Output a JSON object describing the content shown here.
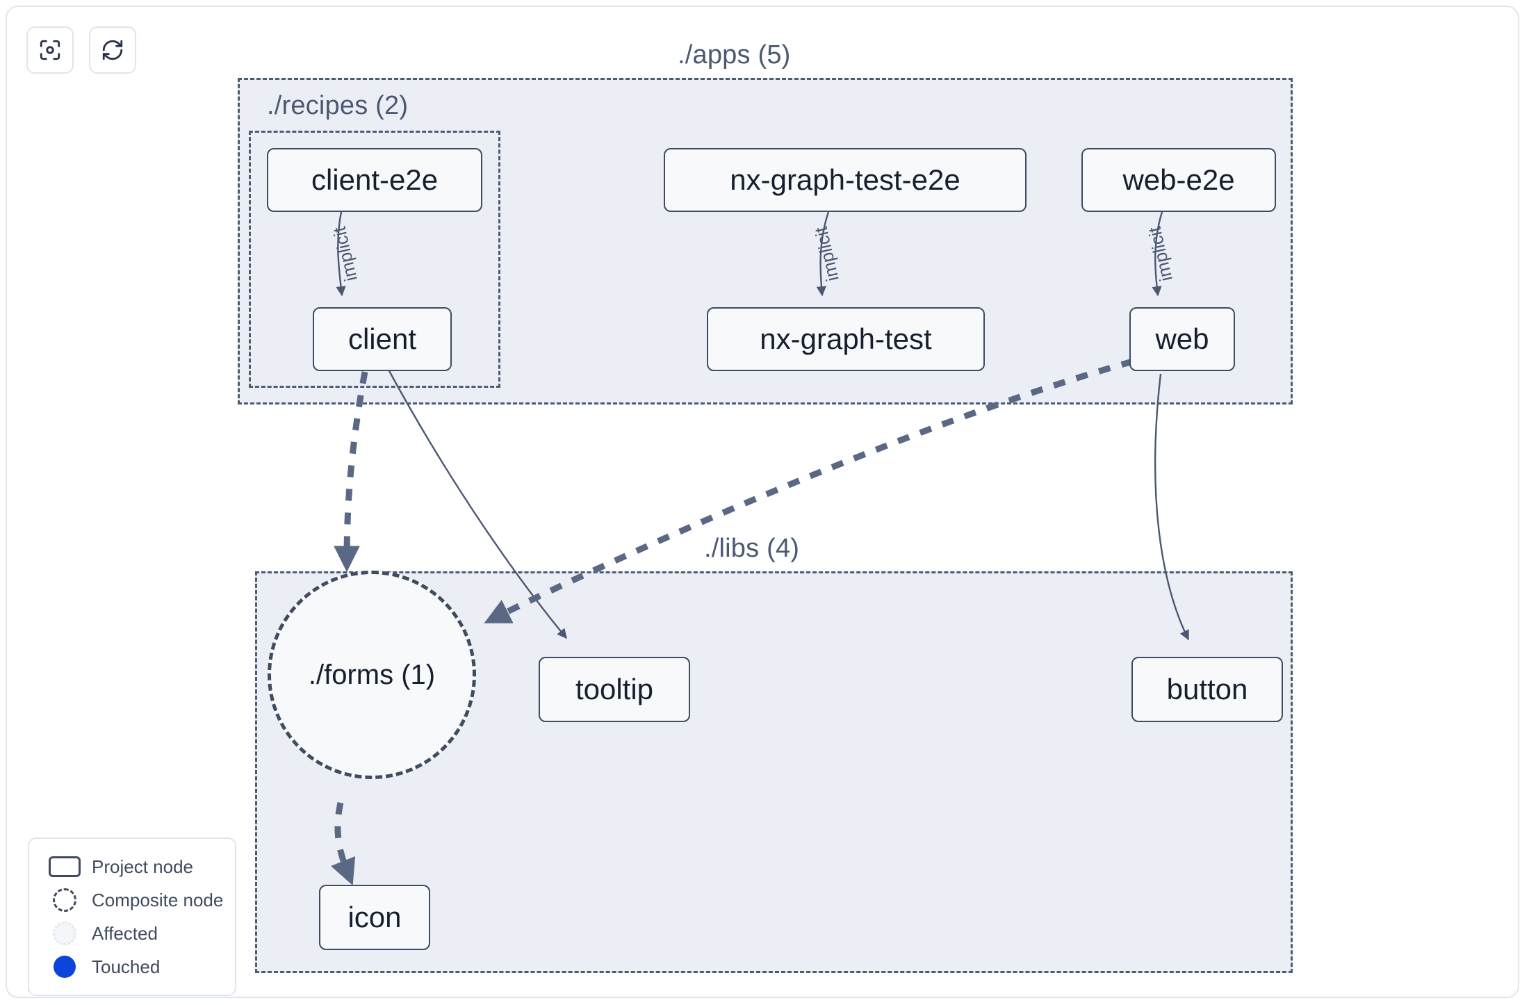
{
  "toolbar": {
    "buttons": [
      {
        "name": "focus-graph-button",
        "icon": "viewfinder-focus-icon",
        "title": "Focus graph"
      },
      {
        "name": "refresh-graph-button",
        "icon": "refresh-icon",
        "title": "Refresh graph"
      }
    ]
  },
  "graph": {
    "groups": [
      {
        "id": "apps",
        "label": "./apps (5)"
      },
      {
        "id": "recipes",
        "label": "./recipes (2)"
      },
      {
        "id": "libs",
        "label": "./libs (4)"
      }
    ],
    "nodes": [
      {
        "id": "client-e2e",
        "label": "client-e2e",
        "type": "project"
      },
      {
        "id": "nx-graph-test-e2e",
        "label": "nx-graph-test-e2e",
        "type": "project"
      },
      {
        "id": "web-e2e",
        "label": "web-e2e",
        "type": "project"
      },
      {
        "id": "client",
        "label": "client",
        "type": "project"
      },
      {
        "id": "nx-graph-test",
        "label": "nx-graph-test",
        "type": "project"
      },
      {
        "id": "web",
        "label": "web",
        "type": "project"
      },
      {
        "id": "forms",
        "label": "./forms (1)",
        "type": "composite"
      },
      {
        "id": "tooltip",
        "label": "tooltip",
        "type": "project"
      },
      {
        "id": "button",
        "label": "button",
        "type": "project"
      },
      {
        "id": "icon",
        "label": "icon",
        "type": "project"
      }
    ],
    "edges": [
      {
        "from": "client-e2e",
        "to": "client",
        "label": "implicit",
        "style": "solid"
      },
      {
        "from": "nx-graph-test-e2e",
        "to": "nx-graph-test",
        "label": "implicit",
        "style": "solid"
      },
      {
        "from": "web-e2e",
        "to": "web",
        "label": "implicit",
        "style": "solid"
      },
      {
        "from": "client",
        "to": "forms",
        "label": "",
        "style": "dashed"
      },
      {
        "from": "client",
        "to": "tooltip",
        "label": "",
        "style": "solid"
      },
      {
        "from": "web",
        "to": "forms",
        "label": "",
        "style": "dashed"
      },
      {
        "from": "web",
        "to": "button",
        "label": "",
        "style": "solid"
      },
      {
        "from": "forms",
        "to": "icon",
        "label": "",
        "style": "dashed"
      }
    ]
  },
  "legend": {
    "items": [
      {
        "key": "project",
        "label": "Project node",
        "swatch": "project-node-swatch"
      },
      {
        "key": "composite",
        "label": "Composite node",
        "swatch": "composite-node-swatch"
      },
      {
        "key": "affected",
        "label": "Affected",
        "swatch": "affected-swatch"
      },
      {
        "key": "touched",
        "label": "Touched",
        "swatch": "touched-swatch"
      }
    ]
  },
  "colors": {
    "canvas_background": "#ffffff",
    "panel_border": "#dfe5ee",
    "group_fill": "#ebeff5",
    "group_border": "#4c5a72",
    "node_fill": "#f7f9fb",
    "node_border": "#3f4b60",
    "node_text": "#161f2e",
    "edge": "#5a6883",
    "label_text": "#4b5872",
    "touched_blue": "#0b45d9"
  }
}
